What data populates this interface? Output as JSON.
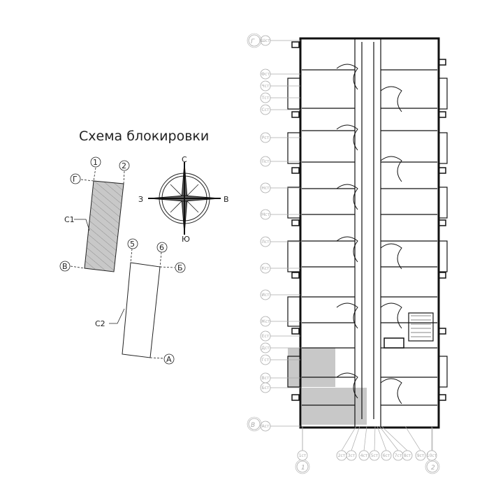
{
  "scheme": {
    "title": "Схема блокировки",
    "blocks": [
      {
        "label": "С1"
      },
      {
        "label": "С2"
      }
    ],
    "axes": {
      "a1": "1",
      "a2": "2",
      "a5": "5",
      "a6": "6",
      "g": "Г",
      "v": "В",
      "b": "Б",
      "a": "А"
    },
    "compass": {
      "n": "С",
      "s": "Ю",
      "e": "В",
      "w": "З"
    }
  },
  "plan": {
    "axis_top": "Г",
    "axis_bottom": "В",
    "axis_left": "1",
    "axis_right": "2",
    "left_labels": [
      "Шст",
      "Фст",
      "Чст",
      "Тст",
      "Сст",
      "Рст",
      "Пст",
      "Нст",
      "Мст",
      "Лст",
      "Кст",
      "Ист",
      "Жст",
      "Ест",
      "Дст",
      "Гст",
      "Вст",
      "Бст",
      "Аст"
    ],
    "bottom_labels": [
      "1ст",
      "2ст",
      "3ст",
      "4ст",
      "5ст",
      "6ст",
      "7ст",
      "8ст",
      "9ст",
      "10ст"
    ]
  },
  "colors": {
    "shade": "#c8c8c8",
    "line": "#111111",
    "label": "#aaaaaa"
  }
}
